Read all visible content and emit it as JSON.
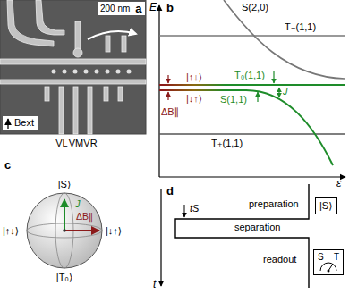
{
  "diagram": {
    "nodes": [
      {
        "text": [
          "200 nm",
          "a"
        ]
      },
      {
        "text": [
          "Bext"
        ]
      },
      {
        "text": [
          "|S⟩"
        ]
      },
      {
        "text": [
          "S",
          "T"
        ]
      }
    ],
    "labels": [
      "VL",
      "VM",
      "VR",
      "b",
      "E",
      "S(2,0)",
      "T₋(1,1)",
      "|↑↓⟩",
      "|↓↑⟩",
      "ΔB∥",
      "T₀(1,1)",
      "S(1,1)",
      "J",
      "T₊(1,1)",
      "ε",
      "c",
      "|S⟩",
      "J",
      "|↑↓⟩",
      "ΔB∥",
      "|↓↑⟩",
      "|T₀⟩",
      "d",
      "t",
      "preparation",
      "separation",
      "tS",
      "readout"
    ]
  }
}
